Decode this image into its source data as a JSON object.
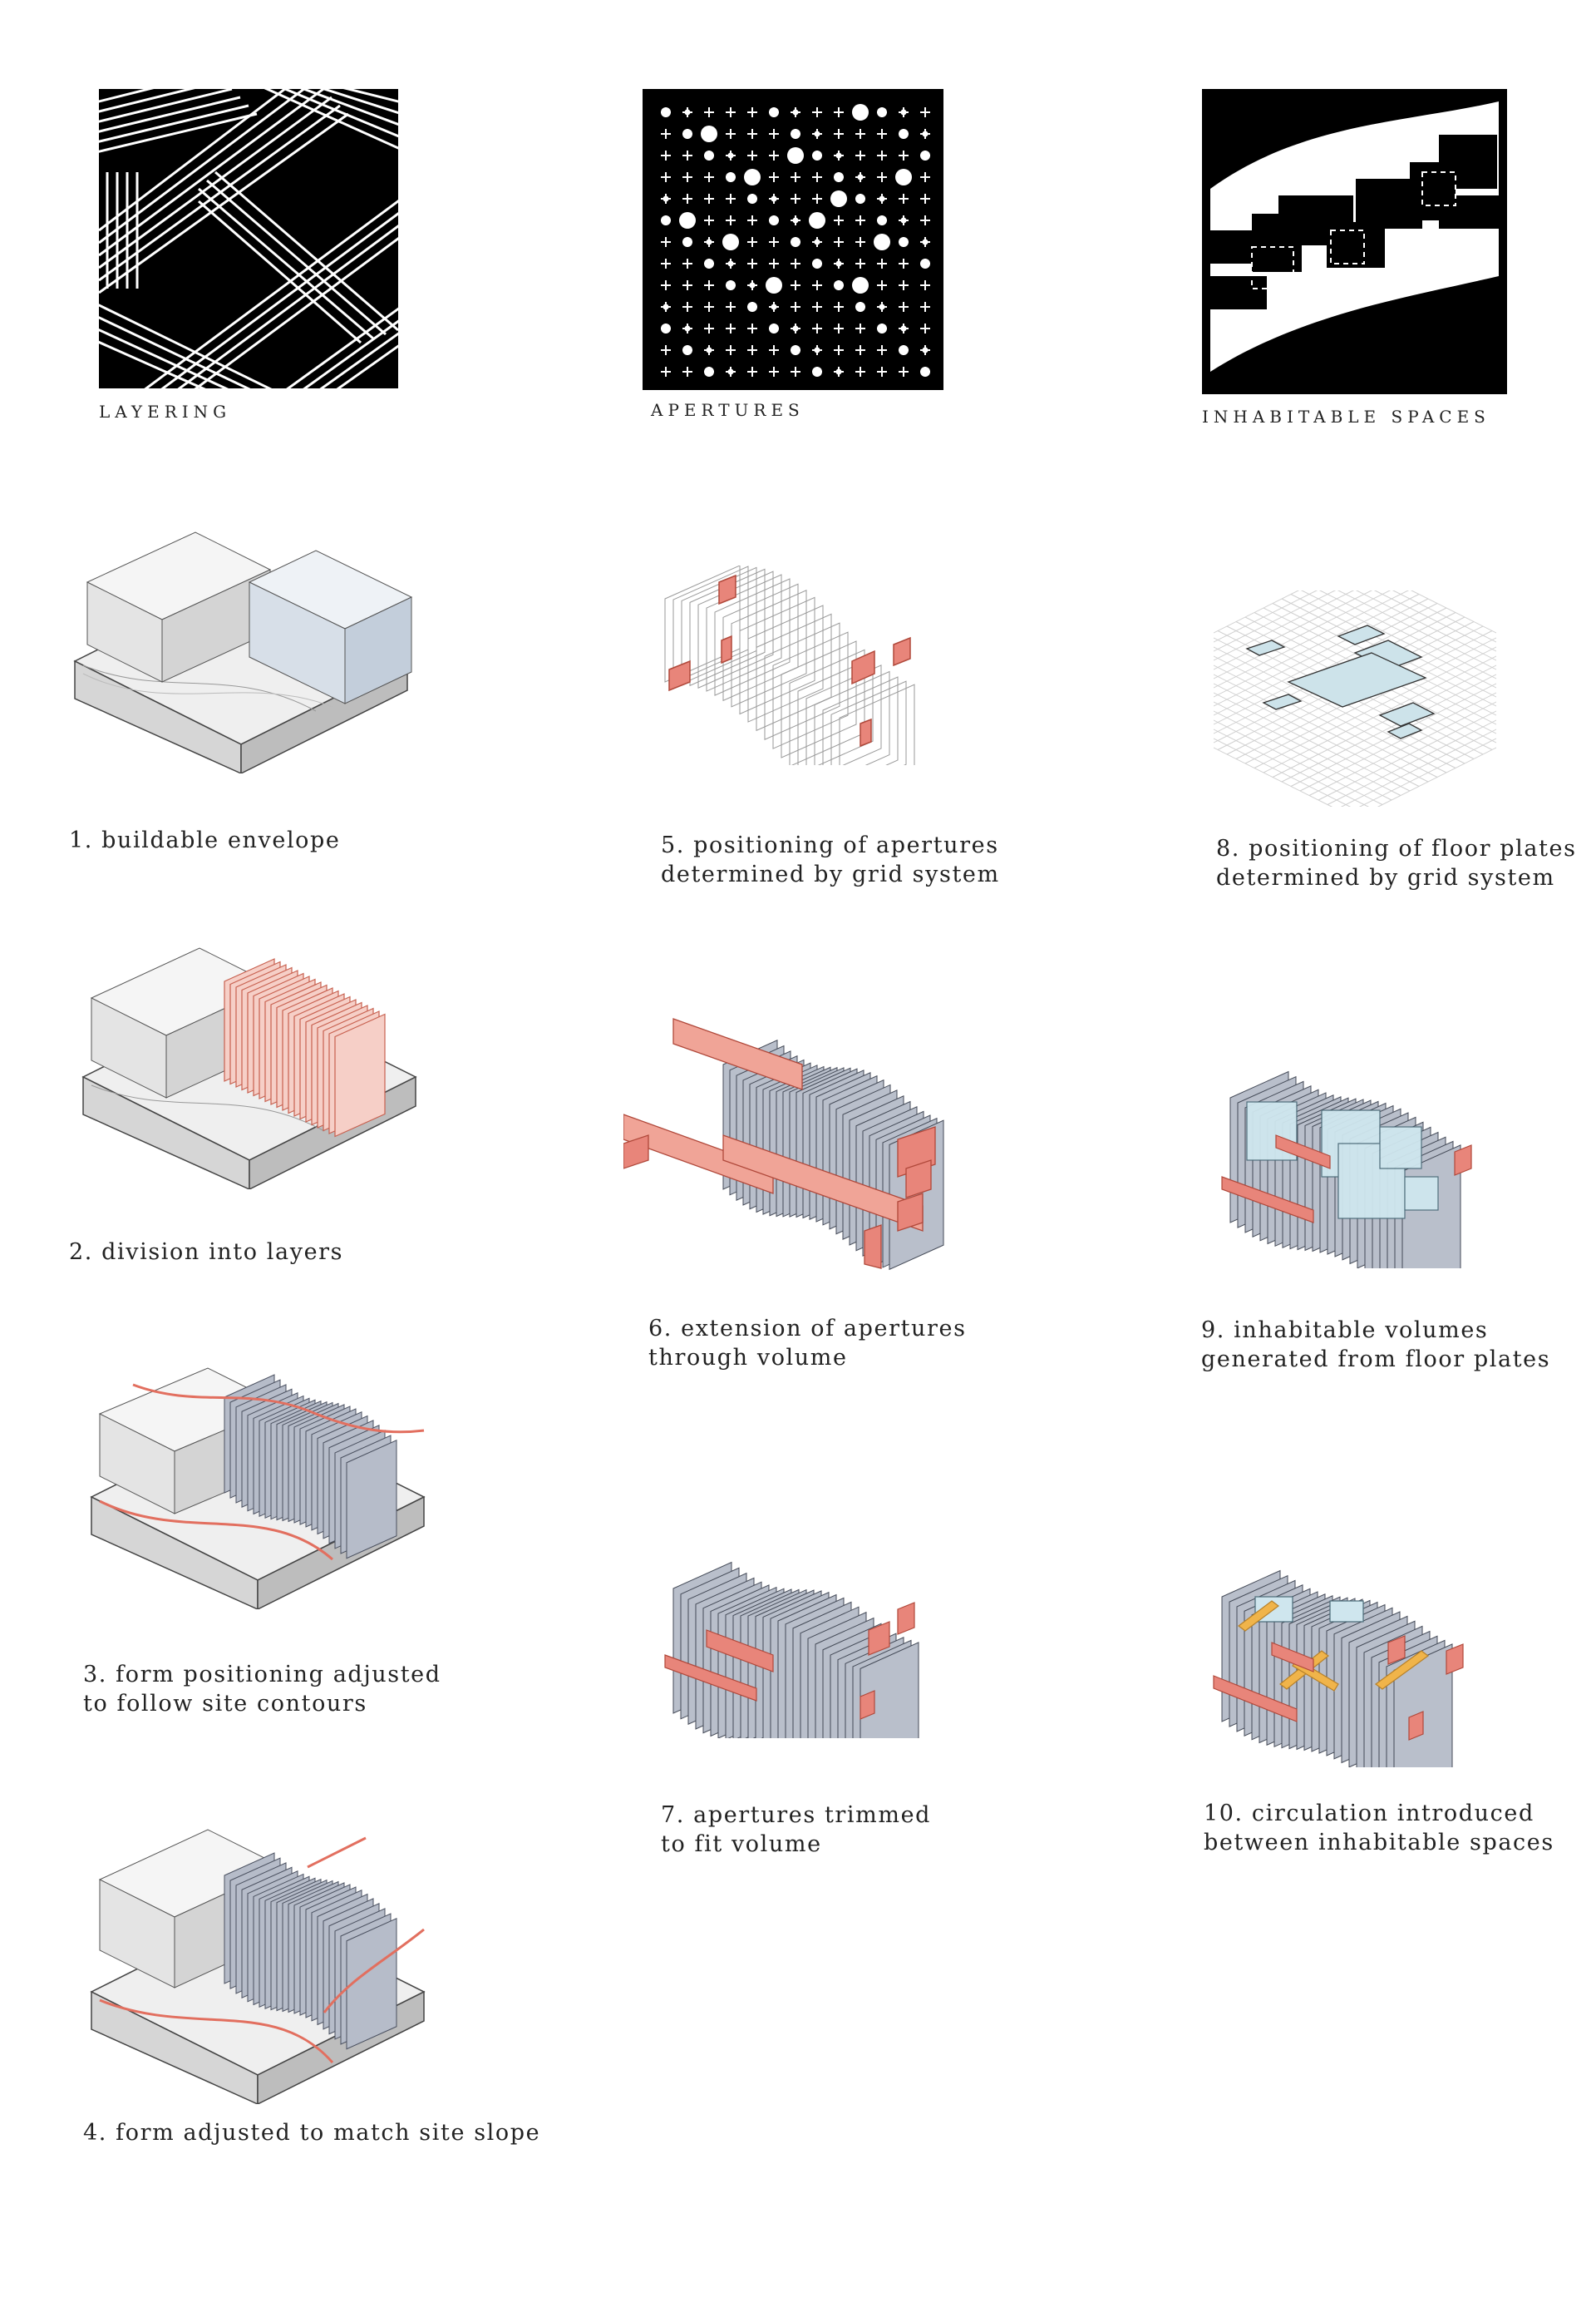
{
  "concepts": [
    {
      "label": "LAYERING"
    },
    {
      "label": "APERTURES"
    },
    {
      "label": "INHABITABLE SPACES"
    }
  ],
  "steps": [
    {
      "line1": "1. buildable envelope",
      "line2": ""
    },
    {
      "line1": "2. division into layers",
      "line2": ""
    },
    {
      "line1": "3. form positioning adjusted",
      "line2": "to follow site contours"
    },
    {
      "line1": "4. form adjusted to match site slope",
      "line2": ""
    },
    {
      "line1": "5. positioning of  apertures",
      "line2": "determined by grid system"
    },
    {
      "line1": "6. extension of  apertures",
      "line2": "through volume"
    },
    {
      "line1": "7. apertures trimmed",
      "line2": "to fit volume"
    },
    {
      "line1": "8. positioning of  floor plates",
      "line2": "determined by grid system"
    },
    {
      "line1": "9. inhabitable volumes",
      "line2": "generated from floor plates"
    },
    {
      "line1": "10. circulation introduced",
      "line2": "between inhabitable spaces"
    }
  ],
  "colors": {
    "accent": "#e8857a",
    "accent_light": "#f3c5bd",
    "glass": "#cfdde8",
    "wall": "#b9bfcb",
    "ink": "#222222"
  }
}
